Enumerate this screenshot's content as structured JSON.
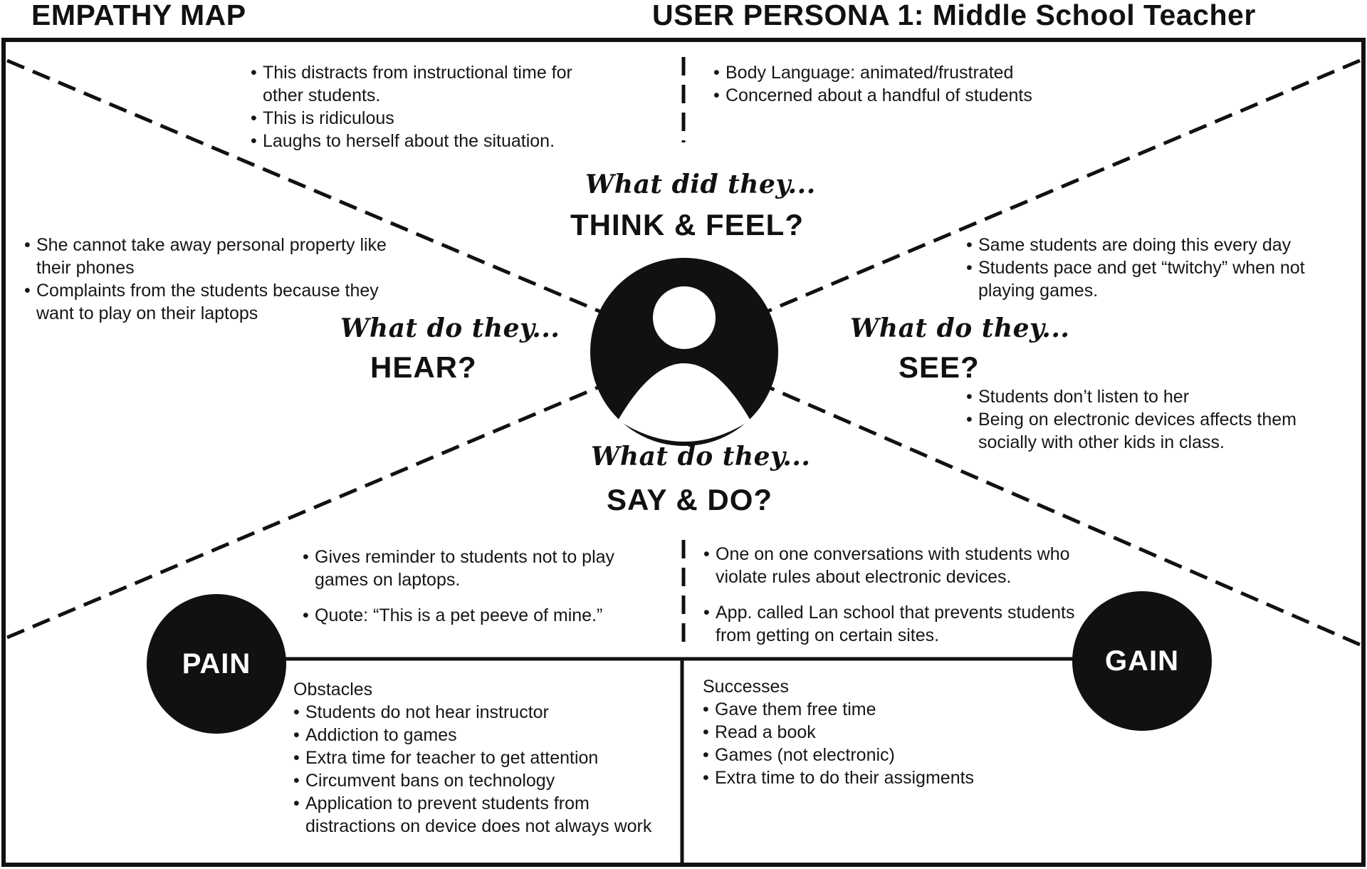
{
  "header": {
    "left_title": "EMPATHY MAP",
    "right_title": "USER PERSONA 1: Middle School Teacher"
  },
  "center_icon": "user-avatar-icon",
  "quadrants": {
    "think_feel": {
      "prompt": "What did they...",
      "label": "THINK & FEEL?",
      "notes_left": [
        "This distracts from instructional time for other students.",
        "This is ridiculous",
        "Laughs to herself about the situation."
      ],
      "notes_right": [
        "Body Language: animated/frustrated",
        "Concerned about a handful of students"
      ]
    },
    "hear": {
      "prompt": "What do they...",
      "label": "HEAR?",
      "notes": [
        "She cannot take away personal property like their phones",
        "Complaints from the students because they want to play on their laptops"
      ]
    },
    "see": {
      "prompt": "What do they...",
      "label": "SEE?",
      "notes_top": [
        "Same students are doing this every day",
        "Students pace and get “twitchy” when not playing games."
      ],
      "notes_bottom": [
        "Students don’t listen to her",
        "Being on electronic devices affects them socially with other kids in class."
      ]
    },
    "say_do": {
      "prompt": "What do they...",
      "label": "SAY & DO?",
      "notes_left": [
        "Gives reminder to students not to play games on laptops.",
        "Quote: “This is a pet peeve of mine.”"
      ],
      "notes_right": [
        "One on one conversations with students who violate rules about electronic devices.",
        "App. called Lan school that prevents students from getting on certain sites."
      ]
    }
  },
  "pain": {
    "label": "PAIN",
    "heading": "Obstacles",
    "items": [
      "Students do not hear instructor",
      "Addiction to games",
      "Extra time for teacher to get attention",
      "Circumvent bans on technology",
      "Application to prevent students from distractions on device does not always work"
    ]
  },
  "gain": {
    "label": "GAIN",
    "heading": "Successes",
    "items": [
      "Gave them free time",
      "Read a book",
      "Games (not electronic)",
      "Extra time to do their assigments"
    ]
  }
}
